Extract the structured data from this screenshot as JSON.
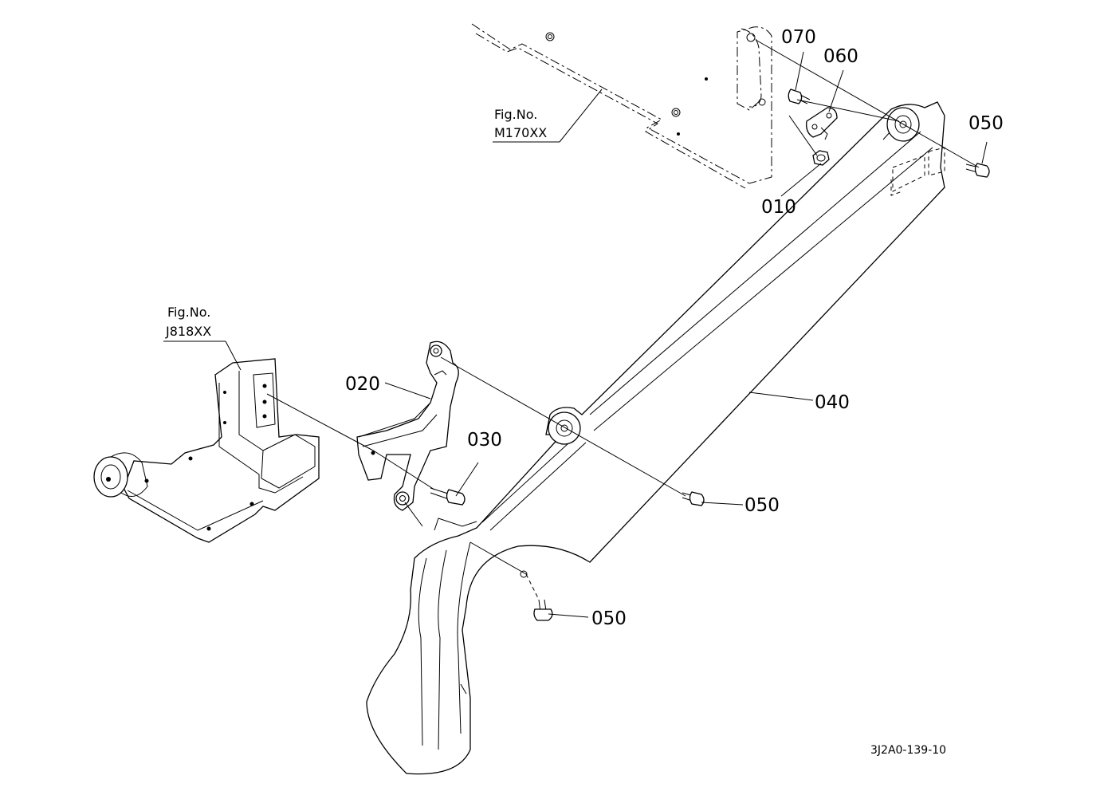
{
  "diagram": {
    "drawing_code": "3J2A0-139-10",
    "figure_refs": [
      {
        "label": "Fig.No.",
        "number": "M170XX"
      },
      {
        "label": "Fig.No.",
        "number": "J818XX"
      }
    ],
    "parts": [
      {
        "id": "part-010",
        "number": "010"
      },
      {
        "id": "part-020",
        "number": "020"
      },
      {
        "id": "part-030",
        "number": "030"
      },
      {
        "id": "part-040",
        "number": "040"
      },
      {
        "id": "part-050-top-right",
        "number": "050"
      },
      {
        "id": "part-050-middle",
        "number": "050"
      },
      {
        "id": "part-050-bottom",
        "number": "050"
      },
      {
        "id": "part-060",
        "number": "060"
      },
      {
        "id": "part-070",
        "number": "070"
      }
    ]
  }
}
